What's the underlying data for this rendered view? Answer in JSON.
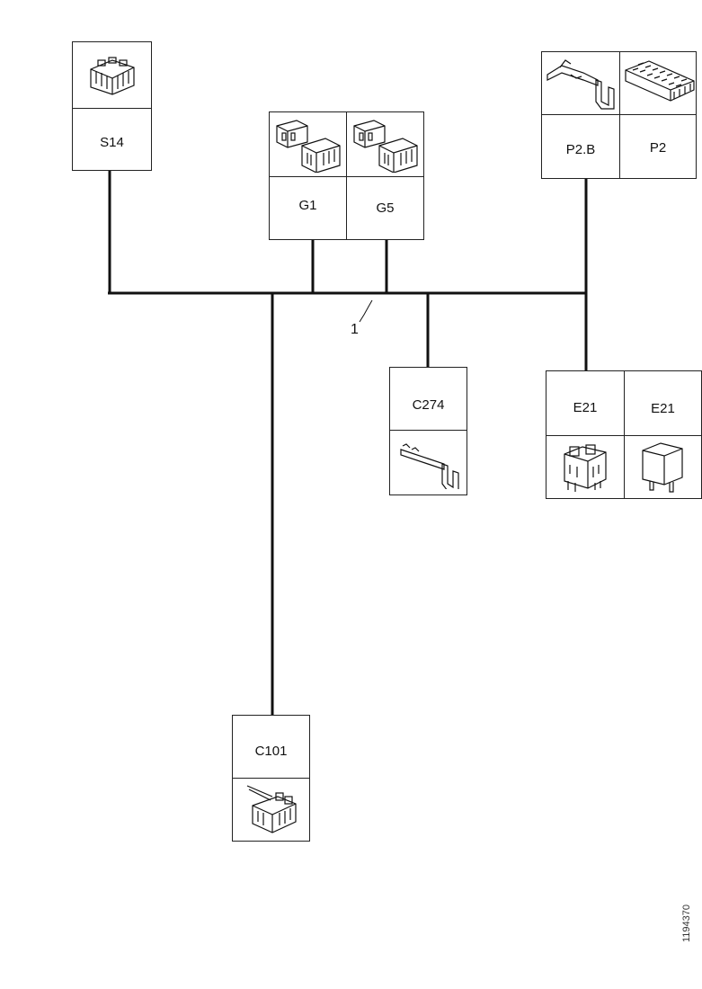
{
  "connectors": {
    "s14": {
      "label": "S14"
    },
    "g1": {
      "label": "G1"
    },
    "g5": {
      "label": "G5"
    },
    "p2b": {
      "label": "P2.B"
    },
    "p2": {
      "label": "P2"
    },
    "c274": {
      "label": "C274"
    },
    "e21a": {
      "label": "E21"
    },
    "e21b": {
      "label": "E21"
    },
    "c101": {
      "label": "C101"
    }
  },
  "harness_ref": "1",
  "doc_number": "1194370"
}
